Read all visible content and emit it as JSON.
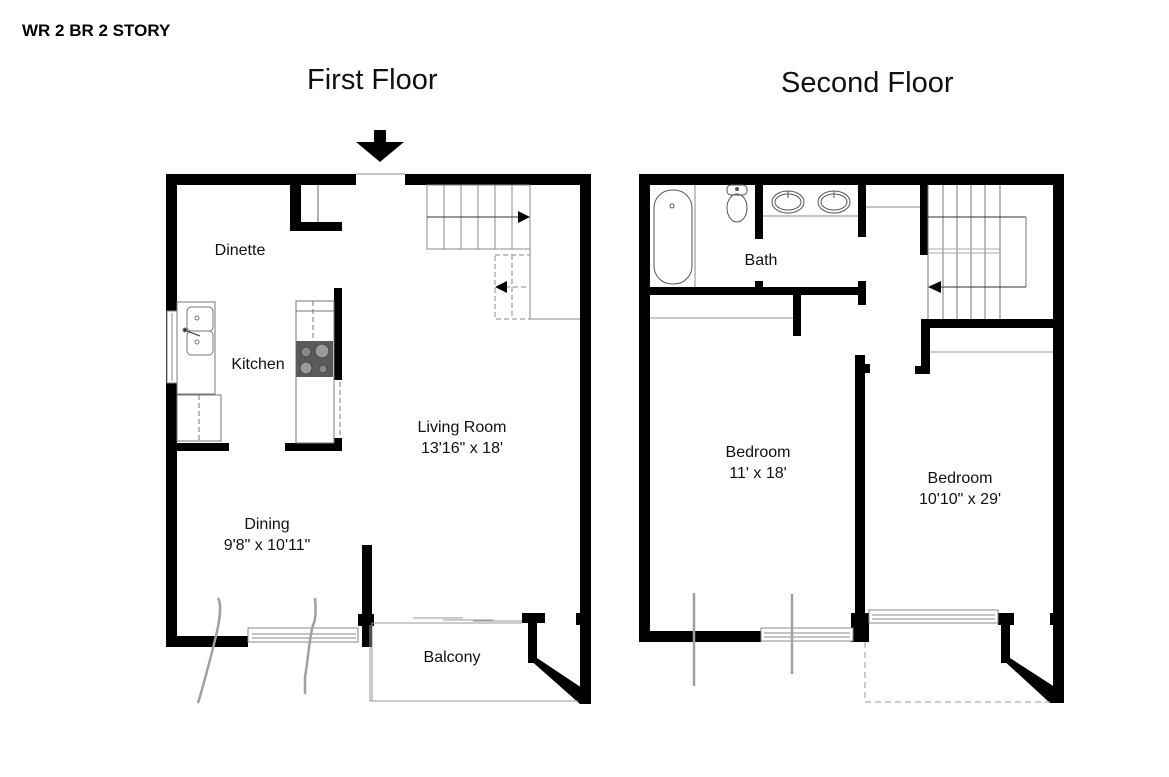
{
  "document": {
    "title": "WR 2 BR 2 STORY"
  },
  "floors": [
    {
      "title": "First Floor",
      "entry_marker": "entry-arrow-down",
      "rooms": [
        {
          "name": "Dinette",
          "dimensions": ""
        },
        {
          "name": "Kitchen",
          "dimensions": ""
        },
        {
          "name": "Living Room",
          "dimensions": "13'16\" x 18'"
        },
        {
          "name": "Dining",
          "dimensions": "9'8\" x 10'11\""
        },
        {
          "name": "Balcony",
          "dimensions": ""
        }
      ],
      "fixtures": [
        "double-sink",
        "cooktop-4-burner",
        "stairs-up"
      ]
    },
    {
      "title": "Second Floor",
      "rooms": [
        {
          "name": "Bath",
          "dimensions": ""
        },
        {
          "name": "Bedroom",
          "dimensions": "11' x 18'"
        },
        {
          "name": "Bedroom",
          "dimensions": "10'10\" x 29'"
        }
      ],
      "fixtures": [
        "bathtub",
        "toilet",
        "double-vanity-sinks",
        "stairs-down"
      ]
    }
  ],
  "colors": {
    "wall": "#000000",
    "fixture_line": "#666666",
    "cooktop": "#555555",
    "annotation_stroke": "#a0a0a0"
  }
}
